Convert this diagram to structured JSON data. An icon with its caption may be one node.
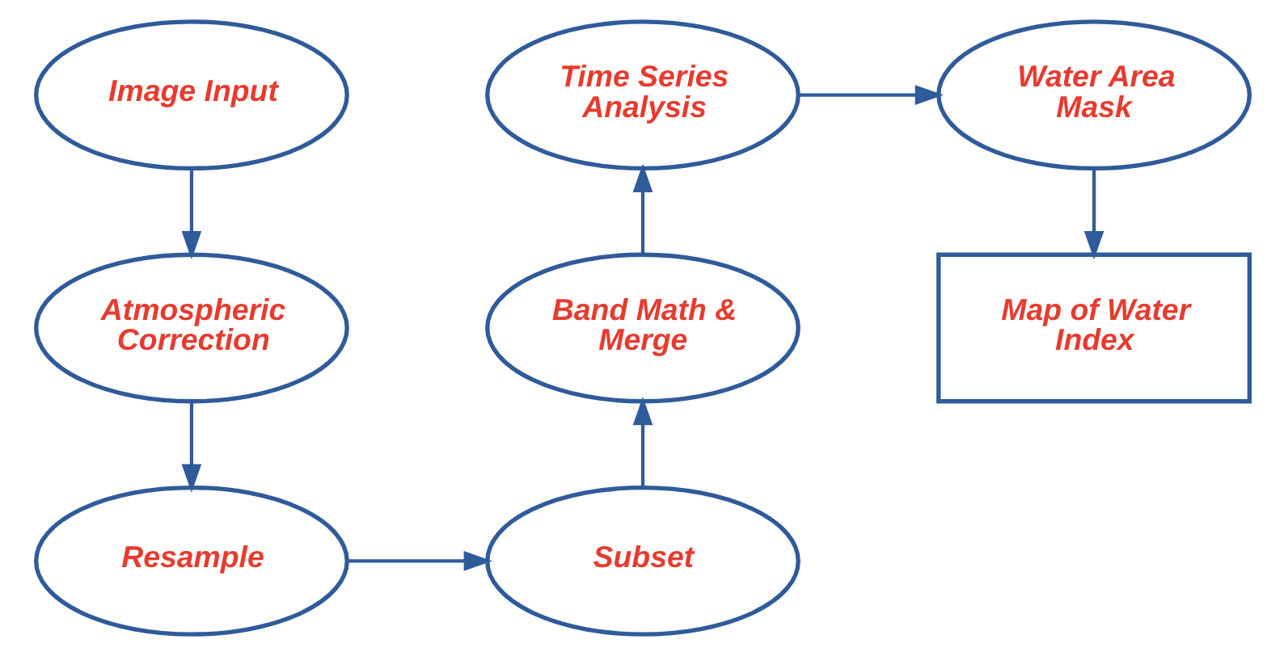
{
  "diagram": {
    "nodes": [
      {
        "text": [
          "Image Input"
        ]
      },
      {
        "text": [
          "Atmospheric Correction"
        ]
      },
      {
        "text": [
          "Resample"
        ]
      },
      {
        "text": [
          "Subset"
        ]
      },
      {
        "text": [
          "Band Math & Merge"
        ]
      },
      {
        "text": [
          "Time Series Analysis"
        ]
      },
      {
        "text": [
          "Water Area Mask"
        ]
      },
      {
        "text": [
          "Map of Water Index"
        ]
      }
    ],
    "edges": [
      {
        "from": 0,
        "to": 1,
        "arrow": "to"
      },
      {
        "from": 1,
        "to": 2,
        "arrow": "to"
      },
      {
        "from": 2,
        "to": 3,
        "arrow": "to"
      },
      {
        "from": 3,
        "to": 4,
        "arrow": "to"
      },
      {
        "from": 4,
        "to": 5,
        "arrow": "to"
      },
      {
        "from": 5,
        "to": 6,
        "arrow": "to"
      },
      {
        "from": 6,
        "to": 7,
        "arrow": "to"
      }
    ]
  }
}
